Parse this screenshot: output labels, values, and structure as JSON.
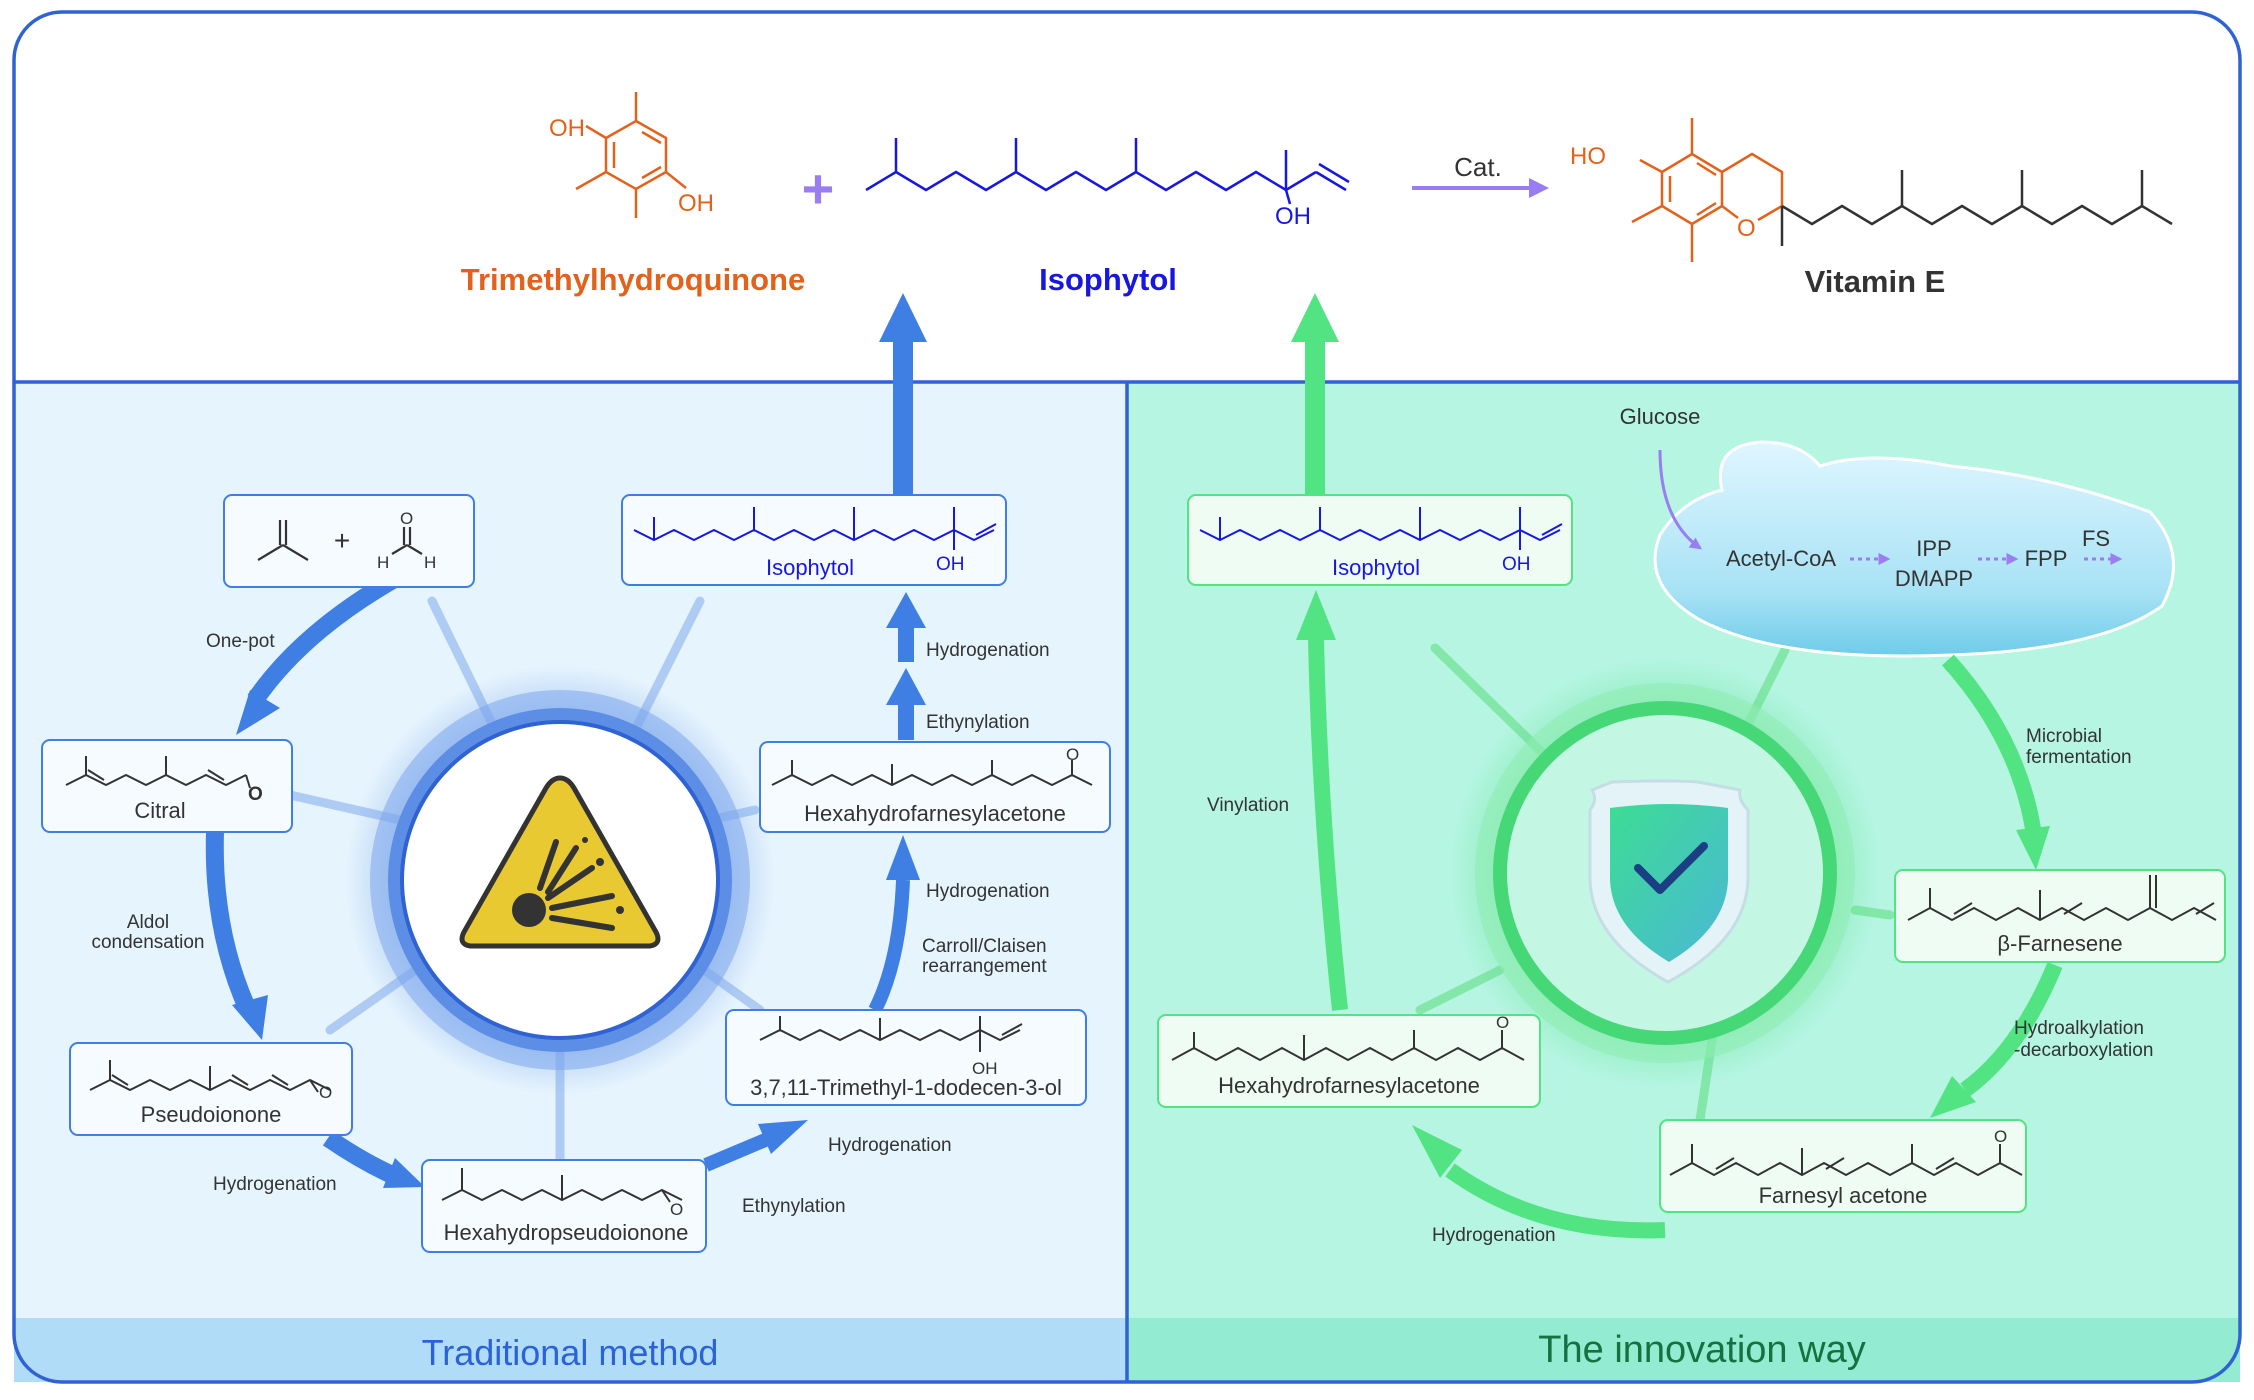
{
  "colors": {
    "frame": "#2f62d3",
    "orange": "#e2621b",
    "blue_text": "#1717e0",
    "dark": "#333333",
    "purple": "#9a7df0",
    "trad_bg": "#e6f4fd",
    "trad_bar": "#b0dcf7",
    "trad_title": "#2b62d8",
    "trad_arrow": "#3f7fe3",
    "innov_bg": "#b5f5e2",
    "innov_bar": "#93ecd1",
    "innov_title": "#15713f",
    "innov_arrow": "#52e382"
  },
  "top": {
    "reactant1": "Trimethylhydroquinone",
    "reactant2": "Isophytol",
    "plus": "+",
    "catalyst": "Cat.",
    "product": "Vitamin E",
    "oh": "OH",
    "ho": "HO",
    "o": "O"
  },
  "traditional": {
    "title": "Traditional method",
    "plus": "+",
    "h": "H",
    "o": "O",
    "oh": "OH",
    "compounds": {
      "isophytol": "Isophytol",
      "citral": "Citral",
      "pseudoionone": "Pseudoionone",
      "hexahydropseudoionone": "Hexahydropseudoionone",
      "trimethyldodecenol": "3,7,11-Trimethyl-1-dodecen-3-ol",
      "hexahydrofarnesylacetone": "Hexahydrofarnesylacetone"
    },
    "steps": {
      "onepot": "One-pot",
      "aldol1": "Aldol",
      "aldol2": "condensation",
      "hydro1": "Hydrogenation",
      "ethyn1": "Ethynylation",
      "hydro2": "Hydrogenation",
      "carroll1": "Carroll/Claisen",
      "carroll2": "rearrangement",
      "hydro3": "Hydrogenation",
      "ethyn2": "Ethynylation",
      "hydro4": "Hydrogenation"
    }
  },
  "innovation": {
    "title": "The innovation way",
    "glucose": "Glucose",
    "acetylcoa": "Acetyl-CoA",
    "ipp": "IPP",
    "dmapp": "DMAPP",
    "fpp": "FPP",
    "fs": "FS",
    "oh": "OH",
    "o": "O",
    "compounds": {
      "isophytol": "Isophytol",
      "farnesene": "β-Farnesene",
      "farnesylacetone": "Farnesyl acetone",
      "hexahydrofarnesylacetone": "Hexahydrofarnesylacetone"
    },
    "steps": {
      "fermentation1": "Microbial",
      "fermentation2": "fermentation",
      "hydroalk1": "Hydroalkylation",
      "hydroalk2": "-decarboxylation",
      "hydrogenation": "Hydrogenation",
      "vinylation": "Vinylation"
    }
  }
}
